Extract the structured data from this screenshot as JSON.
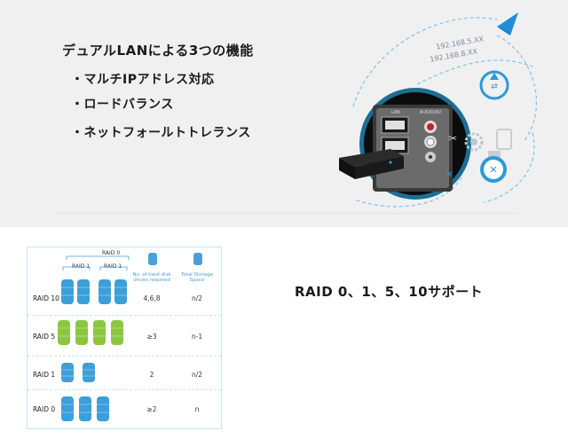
{
  "top": {
    "heading": "デュアルLANによる3つの機能",
    "features": [
      "・マルチIPアドレス対応",
      "・ロードバランス",
      "・ネットフォールトトレランス"
    ],
    "ip_labels": [
      "192.168.5.XX",
      "192.168.8.XX"
    ],
    "port_labels": [
      "LAN",
      "AUDIO/AV"
    ]
  },
  "bottom": {
    "raid_support": "RAID 0、1、5、10サポート",
    "table": {
      "raid0_group_label": "RAID 0",
      "raid1_labels": [
        "RAID 1",
        "RAID 1"
      ],
      "col_drives": "No. of hard disk drives required",
      "col_space": "Total Storage Space",
      "rows": [
        {
          "label": "RAID 10",
          "drives": "4,6,8",
          "space": "n/2"
        },
        {
          "label": "RAID 5",
          "drives": "≥3",
          "space": "n-1"
        },
        {
          "label": "RAID 1",
          "drives": "2",
          "space": "n/2"
        },
        {
          "label": "RAID 0",
          "drives": "≥2",
          "space": "n"
        }
      ]
    }
  },
  "colors": {
    "accent": "#4aa0d6",
    "disk_blue": "#3c9fd9",
    "disk_green": "#8cc63f",
    "top_bg": "#f0f0f0"
  },
  "icons": [
    "paper-plane-icon",
    "sync-icon",
    "gear-icon",
    "share-icon",
    "mobile-icon",
    "nas-device-icon"
  ]
}
